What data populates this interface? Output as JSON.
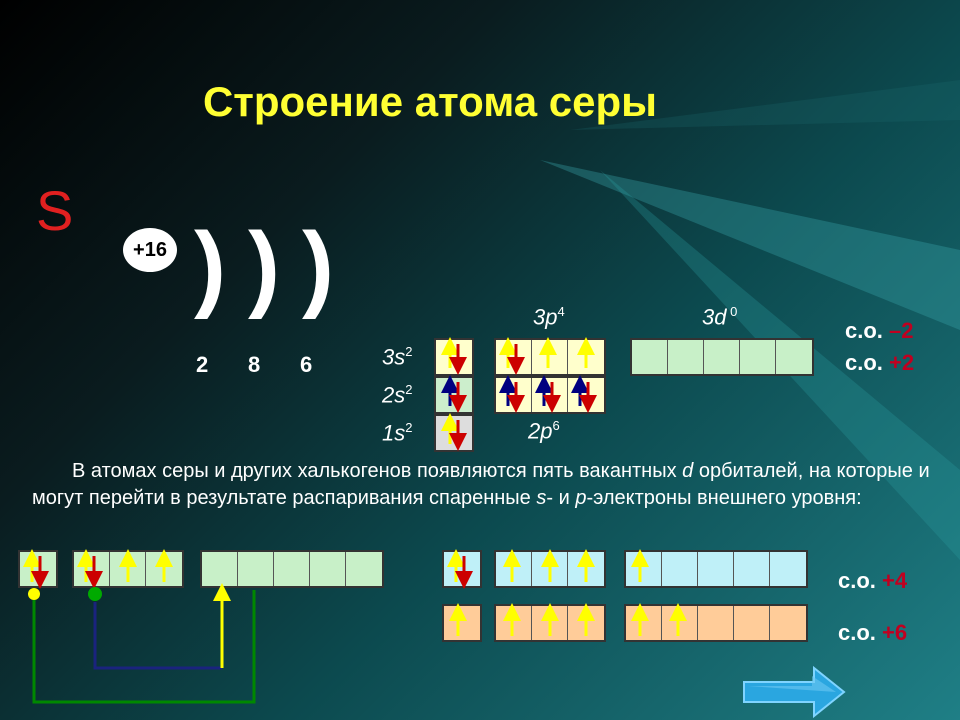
{
  "slide": {
    "title": "Строение атома серы",
    "symbol": "S",
    "nucleus_charge": "+16",
    "shells": [
      "2",
      "8",
      "6"
    ],
    "levels": {
      "s3": {
        "base": "3s",
        "sup": "2"
      },
      "s2": {
        "base": "2s",
        "sup": "2"
      },
      "s1": {
        "base": "1s",
        "sup": "2"
      },
      "p3": {
        "base": "3p",
        "sup": "4"
      },
      "p2": {
        "base": "2p",
        "sup": "6"
      },
      "d3": {
        "base": "3d",
        "sup": " 0"
      }
    },
    "oxidation": [
      {
        "prefix": "с.о. ",
        "value": "–2"
      },
      {
        "prefix": "с.о. ",
        "value": "+2"
      },
      {
        "prefix": "с.о. ",
        "value": "+4"
      },
      {
        "prefix": "с.о. ",
        "value": "+6"
      }
    ],
    "paragraph": {
      "p1": "В атомах серы и других халькогенов появляются пять вакантных ",
      "p1i": "d",
      "p2": " орбиталей, на которые и могут перейти в результате распаривания спаренные ",
      "p2i": "s",
      "p3": "- и ",
      "p3i": "p",
      "p4": "-электроны внешнего уровня:"
    },
    "colors": {
      "title": "#ffff33",
      "symbol": "#e02020",
      "oxidation_value": "#c00020",
      "arrow_yellow": "#ffff00",
      "arrow_red": "#cc0000",
      "arrow_blue": "#000080",
      "arrow_green": "#00aa00"
    },
    "icons": [
      "orbital-arrow-up-icon",
      "orbital-arrow-down-icon",
      "next-arrow-icon"
    ]
  }
}
